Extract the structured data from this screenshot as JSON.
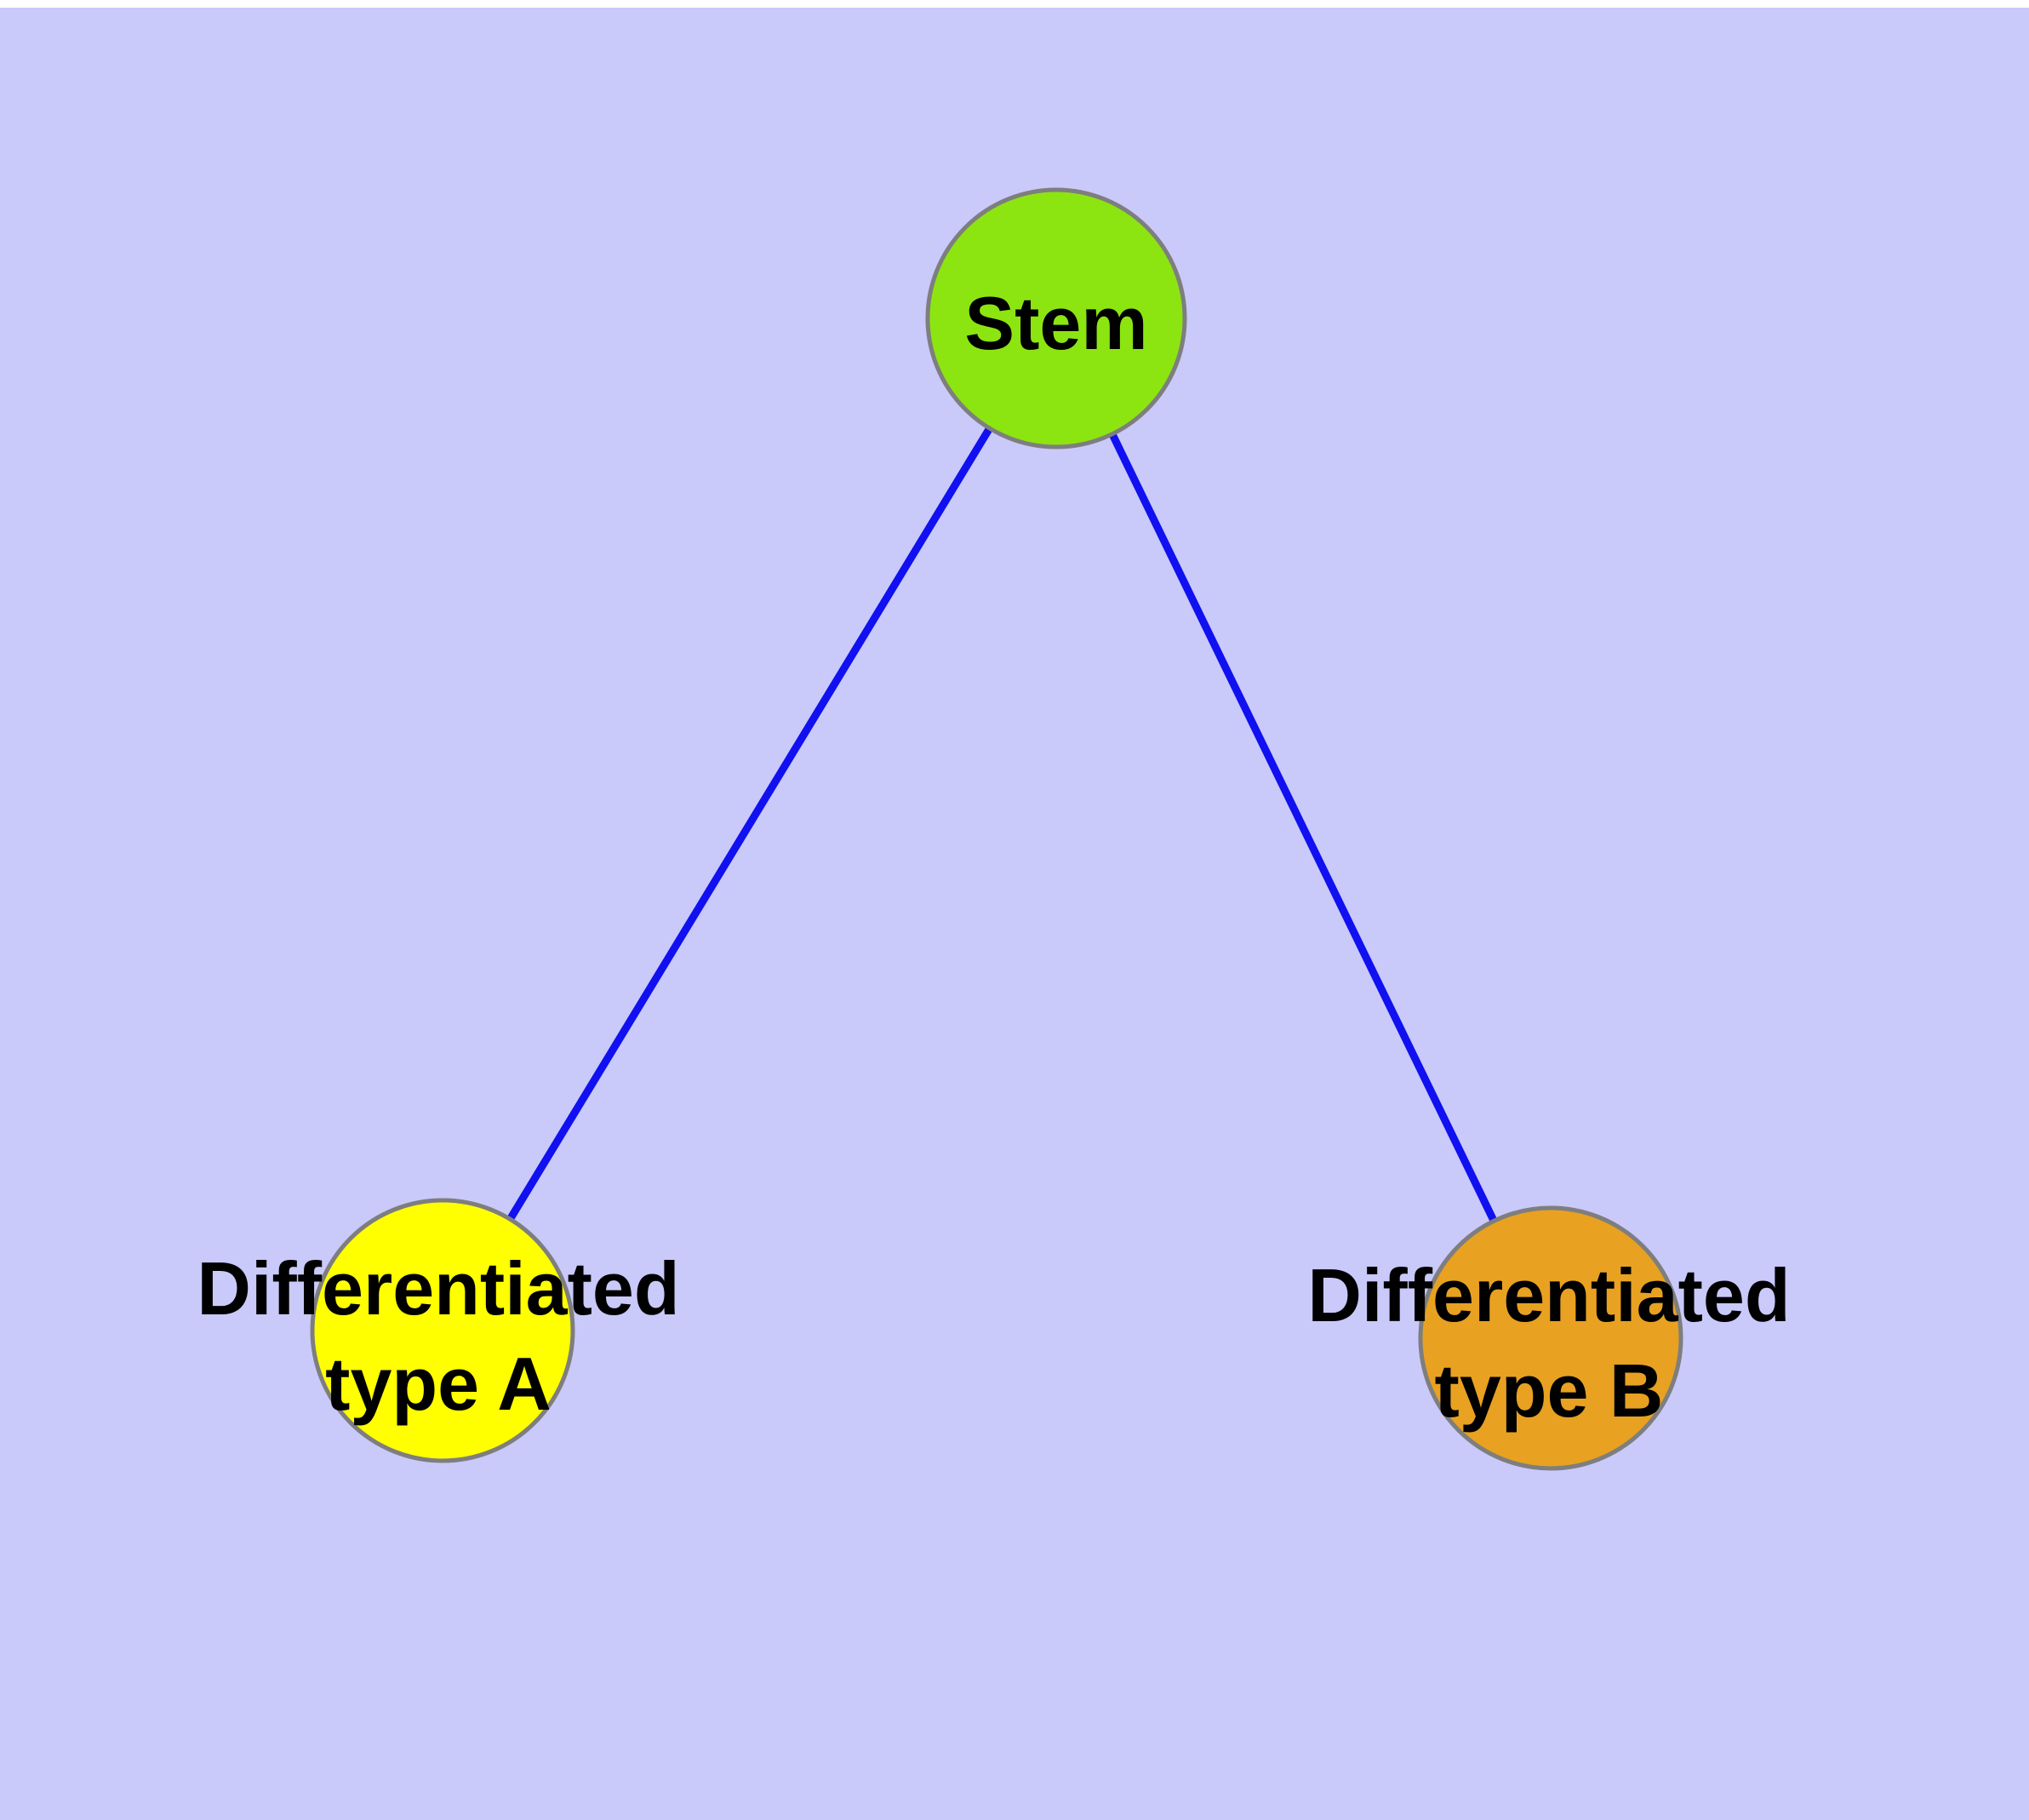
{
  "canvas": {
    "page_background": "#FFFFFF",
    "panel_color": "#C9C9FA",
    "text_color": "#000000"
  },
  "graph": {
    "nodes": [
      {
        "id": "stem",
        "label": "Stem",
        "lines": [
          "Stem"
        ],
        "fill": "#8CE510",
        "stroke": "#7E7E7E"
      },
      {
        "id": "differentiated-type-a",
        "label": "Differentiated type A",
        "lines": [
          "Differentiated",
          "type A"
        ],
        "fill": "#FFFF00",
        "stroke": "#7E7E7E"
      },
      {
        "id": "differentiated-type-b",
        "label": "Differentiated type B",
        "lines": [
          "Differentiated",
          "type B"
        ],
        "fill": "#E8A121",
        "stroke": "#7E7E7E"
      }
    ],
    "edges": [
      {
        "from": "stem",
        "to": "differentiated-type-a",
        "color": "#1010F0"
      },
      {
        "from": "stem",
        "to": "differentiated-type-b",
        "color": "#1010F0"
      }
    ]
  }
}
